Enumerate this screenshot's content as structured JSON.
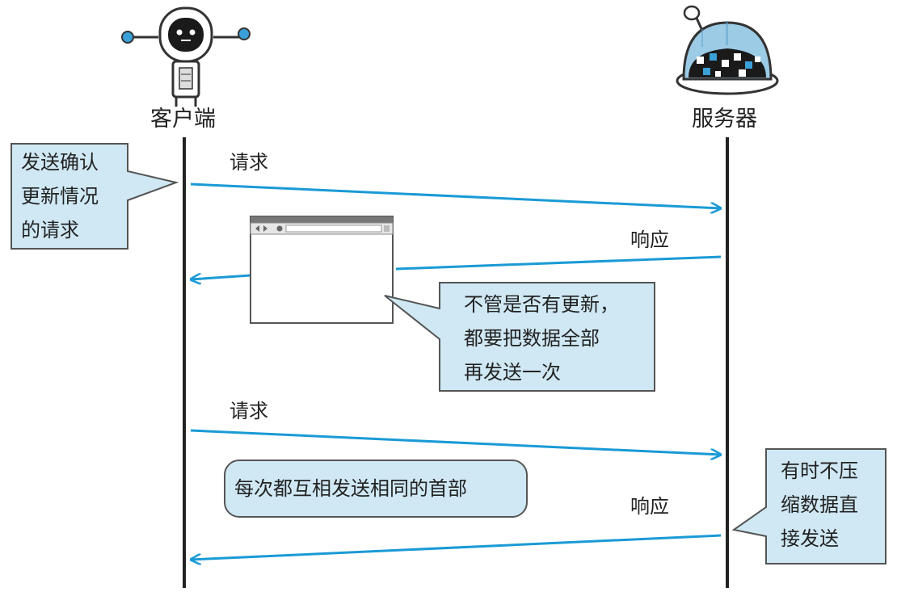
{
  "actors": {
    "client": {
      "label": "客户端",
      "icon": "robot-icon"
    },
    "server": {
      "label": "服务器",
      "icon": "server-robot-icon"
    }
  },
  "messages": [
    {
      "label": "请求",
      "direction": "client-to-server"
    },
    {
      "label": "响应",
      "direction": "server-to-client"
    },
    {
      "label": "请求",
      "direction": "client-to-server"
    },
    {
      "label": "响应",
      "direction": "server-to-client"
    }
  ],
  "callouts": {
    "confirm_request": "发送确认\n更新情况\n的请求",
    "resend_all": "不管是否有更新，\n都要把数据全部\n再发送一次",
    "same_headers": "每次都互相发送相同的首部",
    "uncompressed": "有时不压\n缩数据直\n接发送"
  },
  "icons": {
    "browser": "browser-window-icon"
  },
  "colors": {
    "arrow": "#1a9ad6",
    "callout_fill": "#cfe8f4",
    "callout_stroke": "#555555",
    "lifeline": "#222222"
  }
}
